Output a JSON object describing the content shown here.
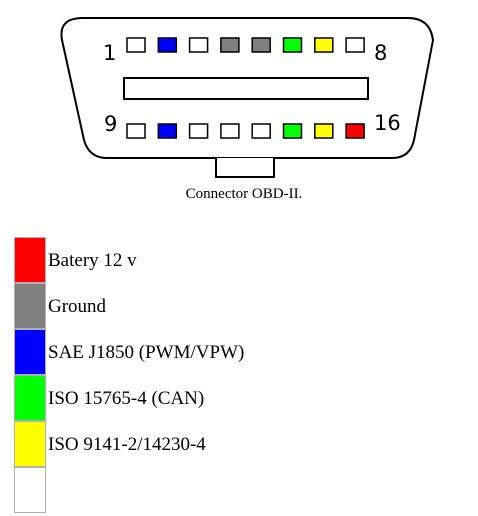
{
  "connector": {
    "pin_label_first": "1",
    "pin_label_last_top": "8",
    "pin_label_first_bottom": "9",
    "pin_label_last": "16",
    "top_row_pins": [
      "white",
      "blue",
      "white",
      "gray",
      "gray",
      "green",
      "yellow",
      "white"
    ],
    "bottom_row_pins": [
      "white",
      "blue",
      "white",
      "white",
      "white",
      "green",
      "yellow",
      "red"
    ],
    "caption": "Connector OBD-II."
  },
  "colors": {
    "red": "#ff0000",
    "gray": "#808080",
    "blue": "#0000ff",
    "green": "#00ff00",
    "yellow": "#ffff00",
    "white": "#ffffff"
  },
  "legend": [
    {
      "color": "red",
      "label": "Batery 12 v"
    },
    {
      "color": "gray",
      "label": "Ground"
    },
    {
      "color": "blue",
      "label": "SAE J1850 (PWM/VPW)"
    },
    {
      "color": "green",
      "label": "ISO 15765-4 (CAN)"
    },
    {
      "color": "yellow",
      "label": "ISO 9141-2/14230-4"
    },
    {
      "color": "white",
      "label": ""
    }
  ]
}
